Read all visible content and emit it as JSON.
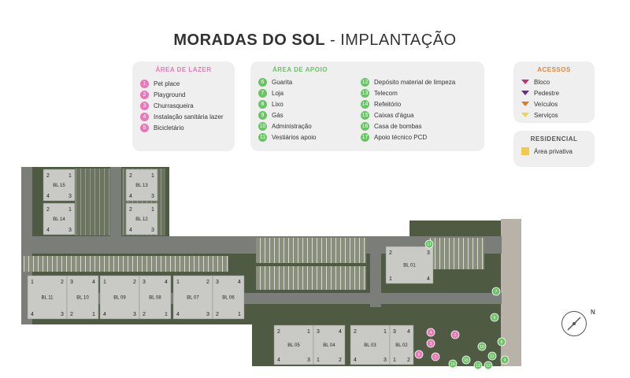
{
  "title": {
    "bold": "MORADAS DO SOL",
    "rest": " - IMPLANTAÇÃO"
  },
  "lazer": {
    "heading": "ÁREA DE LAZER",
    "items": [
      {
        "n": "1",
        "label": "Pet place"
      },
      {
        "n": "2",
        "label": "Playground"
      },
      {
        "n": "3",
        "label": "Churrasqueira"
      },
      {
        "n": "4",
        "label": "Instalação sanitária lazer"
      },
      {
        "n": "5",
        "label": "Bicicletário"
      }
    ]
  },
  "apoio": {
    "heading": "ÁREA DE APOIO",
    "col1": [
      {
        "n": "6",
        "label": "Guarita"
      },
      {
        "n": "7",
        "label": "Loja"
      },
      {
        "n": "8",
        "label": "Lixo"
      },
      {
        "n": "9",
        "label": "Gás"
      },
      {
        "n": "10",
        "label": "Administração"
      },
      {
        "n": "11",
        "label": "Vestiários apoio"
      }
    ],
    "col2": [
      {
        "n": "12",
        "label": "Depósito material de limpeza"
      },
      {
        "n": "13",
        "label": "Telecom"
      },
      {
        "n": "14",
        "label": "Refeitório"
      },
      {
        "n": "15",
        "label": "Caixas d'água"
      },
      {
        "n": "16",
        "label": "Casa de bombas"
      },
      {
        "n": "17",
        "label": "Apoio técnico PCD"
      }
    ]
  },
  "acessos": {
    "heading": "ACESSOS",
    "items": [
      {
        "label": "Bloco",
        "color": "#c2327a"
      },
      {
        "label": "Pedestre",
        "color": "#6a2f8a"
      },
      {
        "label": "Veículos",
        "color": "#e07a1f"
      },
      {
        "label": "Serviços",
        "color": "#f2d54a"
      }
    ]
  },
  "residencial": {
    "heading": "RESIDENCIAL",
    "items": [
      {
        "label": "Área privativa",
        "color": "#f2c94c"
      }
    ]
  },
  "colors": {
    "lazer_accent": "#e878b6",
    "apoio_accent": "#6cc266",
    "acessos_accent": "#e8862f",
    "residencial_accent": "#555555"
  },
  "blocks": [
    {
      "name": "BL 15",
      "top_units": [
        "2",
        "1"
      ],
      "bottom_units": [
        "4",
        "3"
      ]
    },
    {
      "name": "BL 14",
      "top_units": [
        "2",
        "1"
      ],
      "bottom_units": [
        "4",
        "3"
      ]
    },
    {
      "name": "BL 13",
      "top_units": [
        "2",
        "1"
      ],
      "bottom_units": [
        "4",
        "3"
      ]
    },
    {
      "name": "BL 12",
      "top_units": [
        "2",
        "1"
      ],
      "bottom_units": [
        "4",
        "3"
      ]
    },
    {
      "name": "BL 11",
      "top_units": [
        "1",
        "2"
      ],
      "bottom_units": [
        "4",
        "3"
      ]
    },
    {
      "name": "BL 10",
      "top_units": [
        "3",
        "4"
      ],
      "bottom_units": [
        "2",
        "1"
      ]
    },
    {
      "name": "BL 09",
      "top_units": [
        "1",
        "2"
      ],
      "bottom_units": [
        "4",
        "3"
      ]
    },
    {
      "name": "BL 08",
      "top_units": [
        "3",
        "4"
      ],
      "bottom_units": [
        "2",
        "1"
      ]
    },
    {
      "name": "BL 07",
      "top_units": [
        "1",
        "2"
      ],
      "bottom_units": [
        "4",
        "3"
      ]
    },
    {
      "name": "BL 06",
      "top_units": [
        "3",
        "4"
      ],
      "bottom_units": [
        "2",
        "1"
      ]
    },
    {
      "name": "BL 01",
      "top_units": [
        "2",
        "3"
      ],
      "bottom_units": [
        "1",
        "4"
      ]
    },
    {
      "name": "BL 05",
      "top_units": [
        "2",
        "1"
      ],
      "bottom_units": [
        "4",
        "3"
      ]
    },
    {
      "name": "BL 04",
      "top_units": [
        "3",
        "4"
      ],
      "bottom_units": [
        "1",
        "2"
      ]
    },
    {
      "name": "BL 03",
      "top_units": [
        "2",
        "1"
      ],
      "bottom_units": [
        "4",
        "3"
      ]
    },
    {
      "name": "BL 02",
      "top_units": [
        "3",
        "4"
      ],
      "bottom_units": [
        "1",
        "2"
      ]
    }
  ],
  "map_markers": [
    "17",
    "7",
    "6",
    "1",
    "4",
    "3",
    "5",
    "2",
    "15",
    "16",
    "13",
    "12",
    "11",
    "10",
    "9",
    "8"
  ],
  "compass_label": "N"
}
